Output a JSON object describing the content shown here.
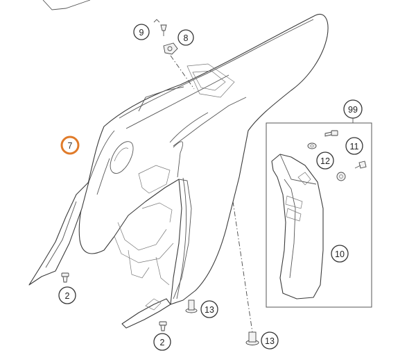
{
  "diagram": {
    "highlight_color": "#e07b2a",
    "callouts": {
      "c7": "7",
      "c9": "9",
      "c8": "8",
      "c99": "99",
      "c11": "11",
      "c12": "12",
      "c10": "10",
      "c2a": "2",
      "c2b": "2",
      "c13a": "13",
      "c13b": "13"
    }
  }
}
